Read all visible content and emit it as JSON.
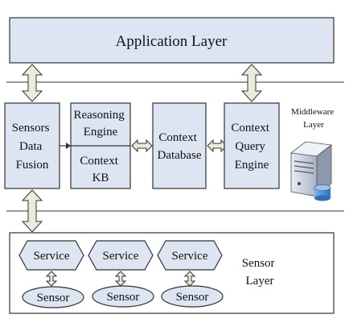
{
  "application_layer": {
    "label": "Application Layer"
  },
  "middleware": {
    "label_line1": "Middleware",
    "label_line2": "Layer",
    "sensors_data_fusion": [
      "Sensors",
      "Data",
      "Fusion"
    ],
    "reasoning_engine": [
      "Reasoning",
      "Engine"
    ],
    "context_kb": [
      "Context",
      "KB"
    ],
    "context_database": [
      "Context",
      "Database"
    ],
    "context_query_engine": [
      "Context",
      "Query",
      "Engine"
    ],
    "server_icon": "server-database-icon"
  },
  "sensor_layer": {
    "label_line1": "Sensor",
    "label_line2": "Layer",
    "services": [
      "Service",
      "Service",
      "Service"
    ],
    "sensors": [
      "Sensor",
      "Sensor",
      "Sensor"
    ]
  },
  "colors": {
    "box_fill": "#dde5f2",
    "box_stroke": "#333333",
    "arrow_fill": "#e9ecd9",
    "server_body": "#cfd6e4",
    "db_blue": "#4a8fd8"
  }
}
